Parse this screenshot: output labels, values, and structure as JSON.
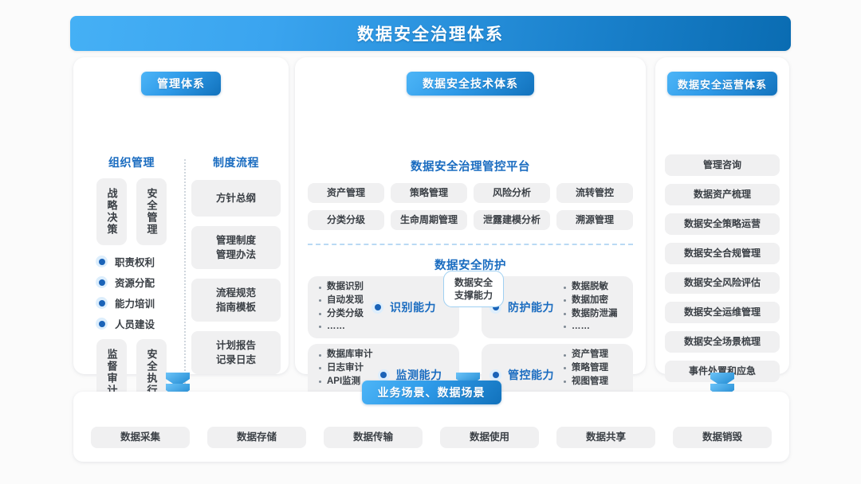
{
  "title": "数据安全治理体系",
  "colors": {
    "accent_light": "#45b0f5",
    "accent_dark": "#0a6cb2",
    "header_blue": "#1a6cc0",
    "chip_bg": "#f0f0f1",
    "text_dark": "#3b4046",
    "dot_blue": "#1a63b8"
  },
  "management": {
    "pill": "管理体系",
    "columns": {
      "org": {
        "header": "组织管理",
        "top_chips": [
          "战略决策",
          "安全管理"
        ],
        "bullets": [
          "职责权利",
          "资源分配",
          "能力培训",
          "人员建设"
        ],
        "bottom_chips": [
          "监督审计",
          "安全执行"
        ]
      },
      "process": {
        "header": "制度流程",
        "chips": [
          "方针总纲",
          "管理制度\n管理办法",
          "流程规范\n指南模板",
          "计划报告\n记录日志"
        ]
      }
    }
  },
  "technology": {
    "pill": "数据安全技术体系",
    "platform_title": "数据安全治理管控平台",
    "platform_items": [
      "资产管理",
      "策略管理",
      "风险分析",
      "流转管控",
      "分类分级",
      "生命周期管理",
      "泄露建模分析",
      "溯源管理"
    ],
    "protection_title": "数据安全防护",
    "center_badge": "数据安全\n支撑能力",
    "capabilities": [
      {
        "name": "识别能力",
        "align": "left",
        "items": [
          "数据识别",
          "自动发现",
          "分类分级",
          "……"
        ]
      },
      {
        "name": "防护能力",
        "align": "right",
        "items": [
          "数据脱敏",
          "数据加密",
          "数据防泄漏",
          "……"
        ]
      },
      {
        "name": "监测能力",
        "align": "left",
        "items": [
          "数据库审计",
          "日志审计",
          "API监测",
          "……"
        ]
      },
      {
        "name": "管控能力",
        "align": "right",
        "items": [
          "资产管理",
          "策略管理",
          "视图管理",
          "……"
        ]
      }
    ]
  },
  "operations": {
    "pill": "数据安全运营体系",
    "items": [
      "管理咨询",
      "数据资产梳理",
      "数据安全策略运营",
      "数据安全合规管理",
      "数据安全风险评估",
      "数据安全运维管理",
      "数据安全场景梳理",
      "事件处置和应急"
    ]
  },
  "scenarios": {
    "pill": "业务场景、数据场景",
    "items": [
      "数据采集",
      "数据存储",
      "数据传输",
      "数据使用",
      "数据共享",
      "数据销毁"
    ]
  },
  "arrows": [
    "double-chevron-down",
    "double-chevron-down",
    "double-chevron-down"
  ]
}
